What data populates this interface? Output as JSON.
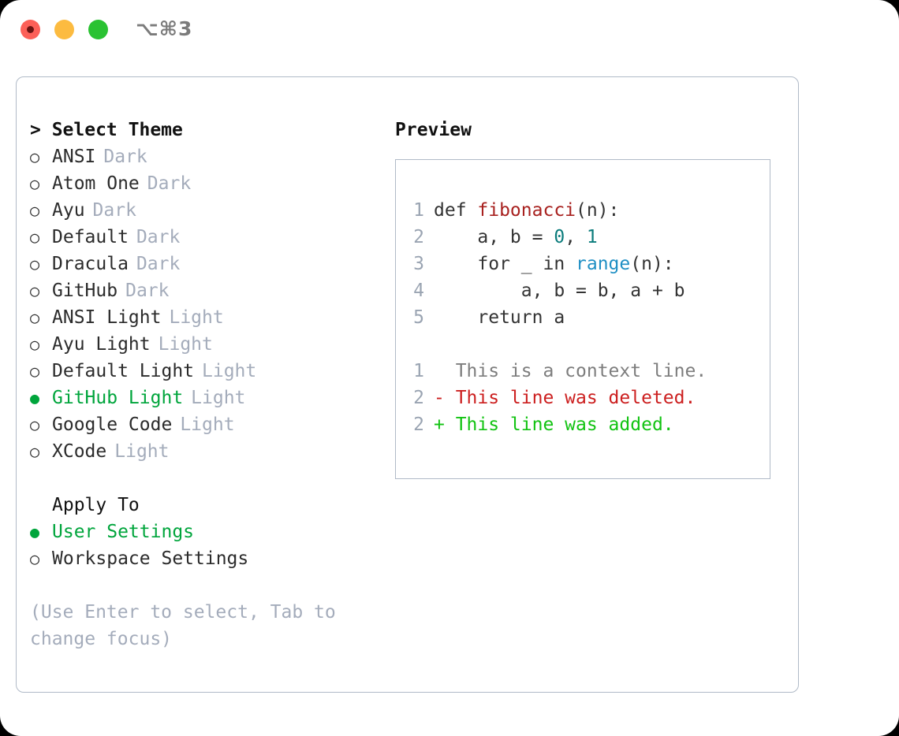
{
  "titlebar": {
    "shortcut": "⌥⌘3",
    "lights": [
      "close-red",
      "minimize-yellow",
      "maximize-green"
    ]
  },
  "theme_picker": {
    "header": "> Select Theme",
    "marker_unselected": "○",
    "marker_selected": "●",
    "items": [
      {
        "name": "ANSI",
        "category": "Dark",
        "selected": false
      },
      {
        "name": "Atom One",
        "category": "Dark",
        "selected": false
      },
      {
        "name": "Ayu",
        "category": "Dark",
        "selected": false
      },
      {
        "name": "Default",
        "category": "Dark",
        "selected": false
      },
      {
        "name": "Dracula",
        "category": "Dark",
        "selected": false
      },
      {
        "name": "GitHub",
        "category": "Dark",
        "selected": false
      },
      {
        "name": "ANSI Light",
        "category": "Light",
        "selected": false
      },
      {
        "name": "Ayu Light",
        "category": "Light",
        "selected": false
      },
      {
        "name": "Default Light",
        "category": "Light",
        "selected": false
      },
      {
        "name": "GitHub Light",
        "category": "Light",
        "selected": true
      },
      {
        "name": "Google Code",
        "category": "Light",
        "selected": false
      },
      {
        "name": "XCode",
        "category": "Light",
        "selected": false
      }
    ]
  },
  "apply_to": {
    "header": "Apply To",
    "items": [
      {
        "name": "User Settings",
        "selected": true
      },
      {
        "name": "Workspace Settings",
        "selected": false
      }
    ]
  },
  "hint": "(Use Enter to select, Tab to change focus)",
  "preview": {
    "title": "Preview",
    "code_lines": [
      {
        "num": "1",
        "tokens": [
          {
            "t": "def ",
            "c": "code-txt"
          },
          {
            "t": "fibonacci",
            "c": "tok-fn"
          },
          {
            "t": "(n):",
            "c": "code-txt"
          }
        ]
      },
      {
        "num": "2",
        "tokens": [
          {
            "t": "    a, b = ",
            "c": "code-txt"
          },
          {
            "t": "0",
            "c": "tok-num"
          },
          {
            "t": ", ",
            "c": "code-txt"
          },
          {
            "t": "1",
            "c": "tok-num"
          }
        ]
      },
      {
        "num": "3",
        "tokens": [
          {
            "t": "    for _ in ",
            "c": "code-txt"
          },
          {
            "t": "range",
            "c": "tok-call"
          },
          {
            "t": "(n):",
            "c": "code-txt"
          }
        ]
      },
      {
        "num": "4",
        "tokens": [
          {
            "t": "        a, b = b, a + b",
            "c": "code-txt"
          }
        ]
      },
      {
        "num": "5",
        "tokens": [
          {
            "t": "    return a",
            "c": "code-txt"
          }
        ]
      }
    ],
    "diff_lines": [
      {
        "num": "1",
        "tokens": [
          {
            "t": "  This is a context line.",
            "c": "diff-ctx"
          }
        ]
      },
      {
        "num": "2",
        "tokens": [
          {
            "t": "- This line was deleted.",
            "c": "diff-del"
          }
        ]
      },
      {
        "num": "2",
        "tokens": [
          {
            "t": "+ This line was added.",
            "c": "diff-add"
          }
        ]
      }
    ]
  },
  "colors": {
    "accent_green": "#00a53c",
    "muted": "#a4acbb",
    "border": "#b0bac7",
    "text": "#2b2b2b",
    "diff_add": "#12c312",
    "diff_del": "#cc1f1f",
    "token_fn": "#a8211f",
    "token_num": "#0b7c7c",
    "token_call": "#1f8fc4"
  }
}
